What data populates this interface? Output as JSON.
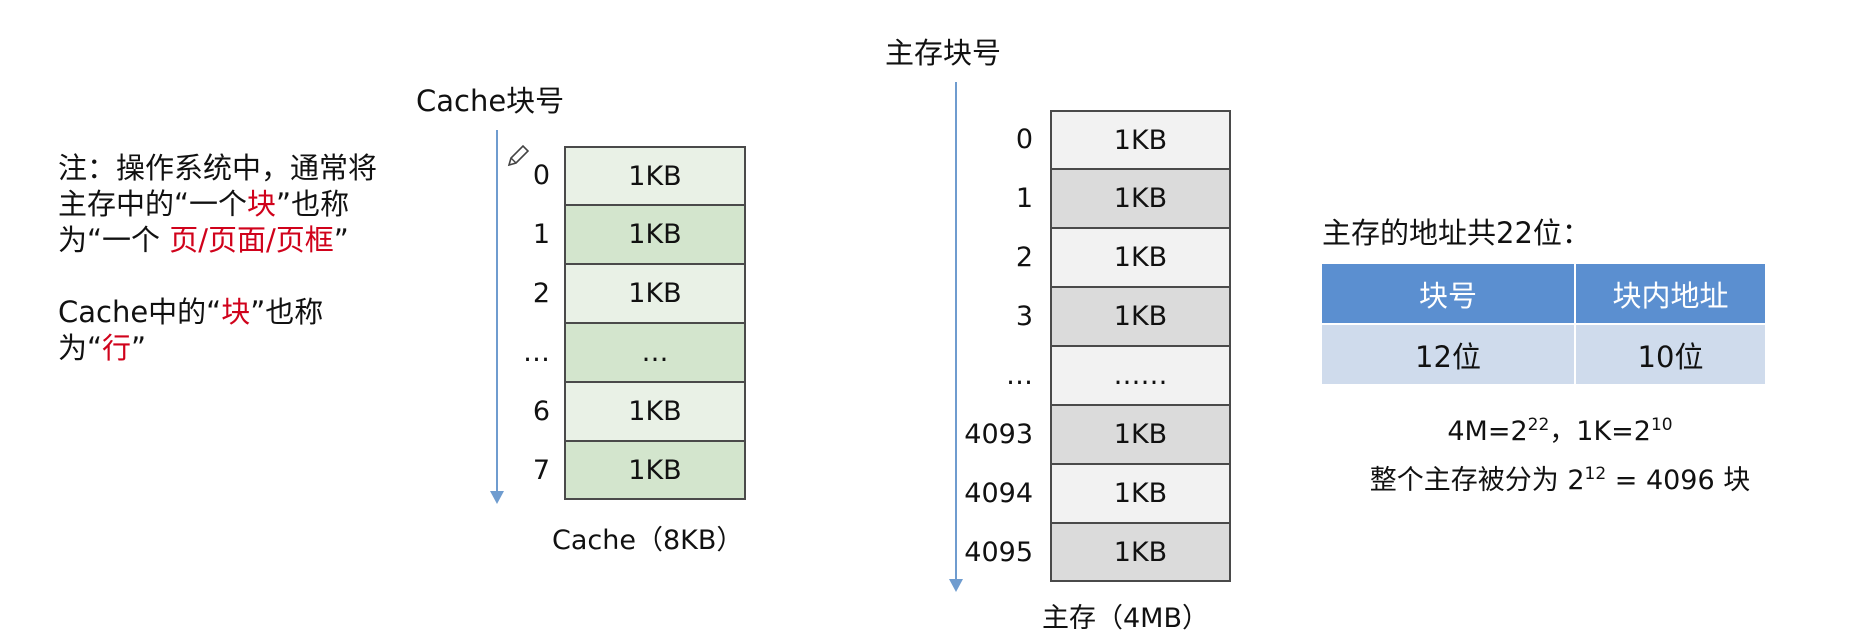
{
  "note": {
    "prefix": "注：操作系统中，通常将主存中的“一个",
    "word1": "块",
    "mid1": "”也称为“一个 ",
    "word2": "页/页面/页框",
    "suffix1": "”",
    "line2_prefix": "Cache中的“",
    "word3": "块",
    "line2_mid": "”也称为“",
    "word4": "行",
    "line2_suffix": "”"
  },
  "cache": {
    "title": "Cache块号",
    "labels": [
      "0",
      "1",
      "2",
      "…",
      "6",
      "7"
    ],
    "blocks": [
      "1KB",
      "1KB",
      "1KB",
      "…",
      "1KB",
      "1KB"
    ],
    "caption": "Cache（8KB）",
    "colors": {
      "light": "#e9f1e6",
      "dark": "#d3e5cd",
      "arrow": "#6f9ccf"
    }
  },
  "memory": {
    "title": "主存块号",
    "labels": [
      "0",
      "1",
      "2",
      "3",
      "…",
      "4093",
      "4094",
      "4095"
    ],
    "blocks": [
      "1KB",
      "1KB",
      "1KB",
      "1KB",
      "……",
      "1KB",
      "1KB",
      "1KB"
    ],
    "caption": "主存（4MB）",
    "colors": {
      "light": "#f2f2f2",
      "dark": "#dbdbdb"
    }
  },
  "address": {
    "title": "主存的地址共22位：",
    "headers": [
      "块号",
      "块内地址"
    ],
    "values": [
      "12位",
      "10位"
    ],
    "colors": {
      "header": "#5b8fd0",
      "value": "#cfdbec"
    }
  },
  "formula": {
    "m_base": "4M=2",
    "m_exp": "22",
    "sep": "，1K=2",
    "k_exp": "10",
    "line2_prefix": "整个主存被分为 2",
    "line2_exp": "12",
    "line2_suffix": " = 4096 块"
  }
}
